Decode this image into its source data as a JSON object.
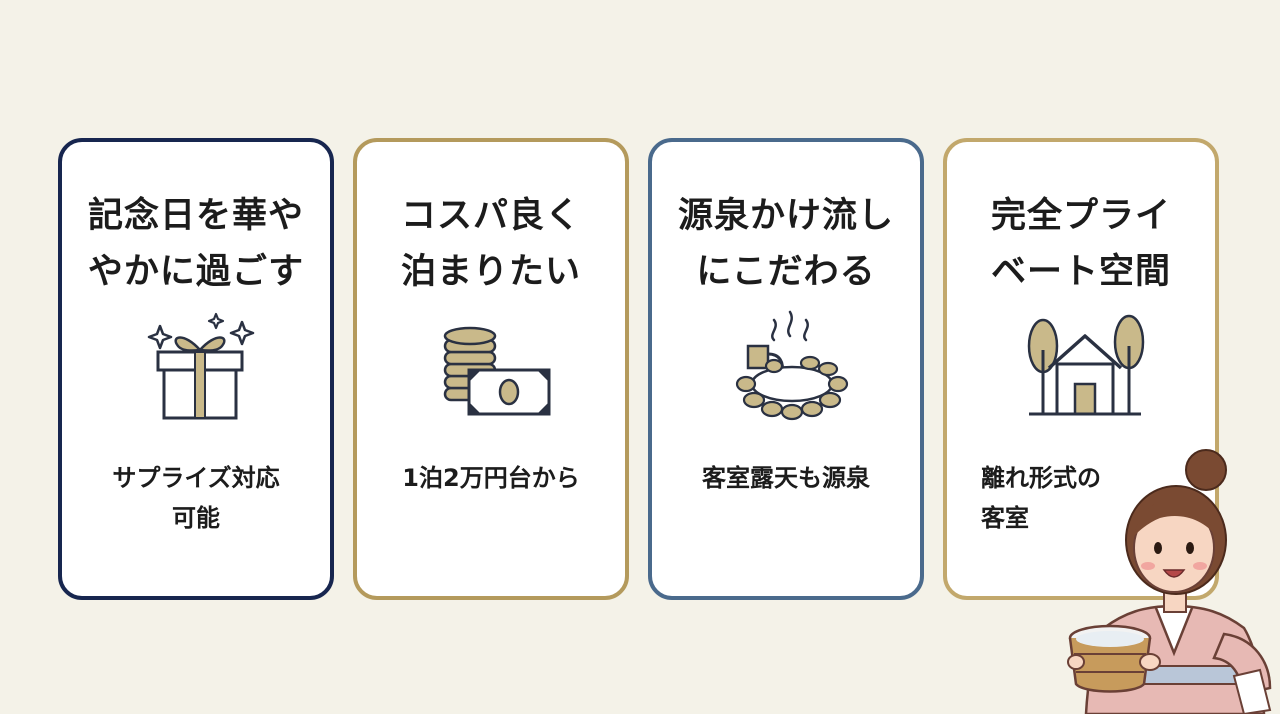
{
  "cards": [
    {
      "title_lines": [
        "記念日を華や",
        "やかに過ごす"
      ],
      "desc_lines": [
        "サプライズ対応",
        "可能"
      ],
      "icon": "gift-icon",
      "border_color": "#17264f"
    },
    {
      "title_lines": [
        "コスパ良く",
        "泊まりたい"
      ],
      "desc_lines": [
        "1泊2万円台から"
      ],
      "icon": "coins-and-banknote-icon",
      "border_color": "#b49a5c"
    },
    {
      "title_lines": [
        "源泉かけ流し",
        "にこだわる"
      ],
      "desc_lines": [
        "客室露天も源泉"
      ],
      "icon": "hot-spring-bath-icon",
      "border_color": "#4a6a8c"
    },
    {
      "title_lines": [
        "完全プライ",
        "ベート空間"
      ],
      "desc_lines": [
        "離れ形式の",
        "客室"
      ],
      "icon": "house-with-trees-icon",
      "border_color": "#c2a86c"
    }
  ],
  "colors": {
    "background": "#f4f2e8",
    "accent_gold": "#c9b98a",
    "ink": "#2a3142"
  },
  "mascot": "woman-in-yukata-holding-wooden-bucket-illustration"
}
